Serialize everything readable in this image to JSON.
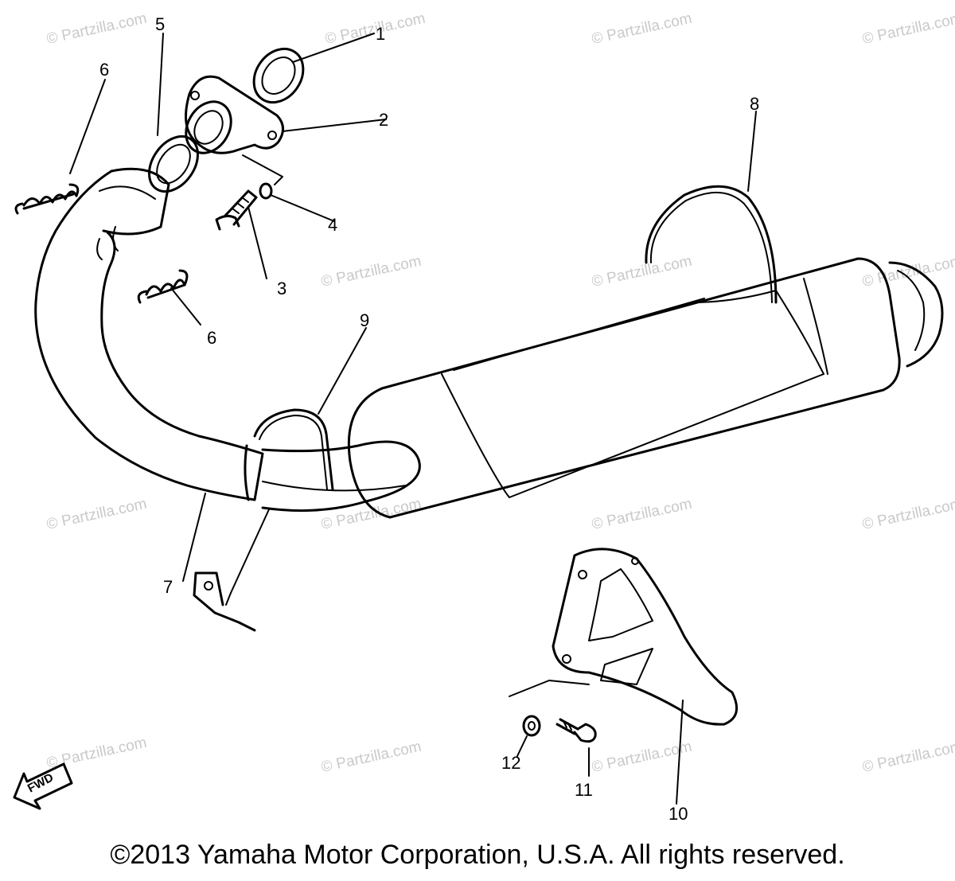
{
  "watermark_text": "© Partzilla.com",
  "copyright": "©2013 Yamaha Motor Corporation, U.S.A. All rights reserved.",
  "fwd_label": "FWD",
  "callouts": {
    "c1": "1",
    "c2": "2",
    "c3": "3",
    "c4": "4",
    "c5": "5",
    "c6": "6",
    "c6b": "6",
    "c7": "7",
    "c8": "8",
    "c9": "9",
    "c10": "10",
    "c11": "11",
    "c12": "12"
  },
  "colors": {
    "line": "#000000",
    "watermark": "#c9c9c9",
    "background": "#ffffff"
  }
}
